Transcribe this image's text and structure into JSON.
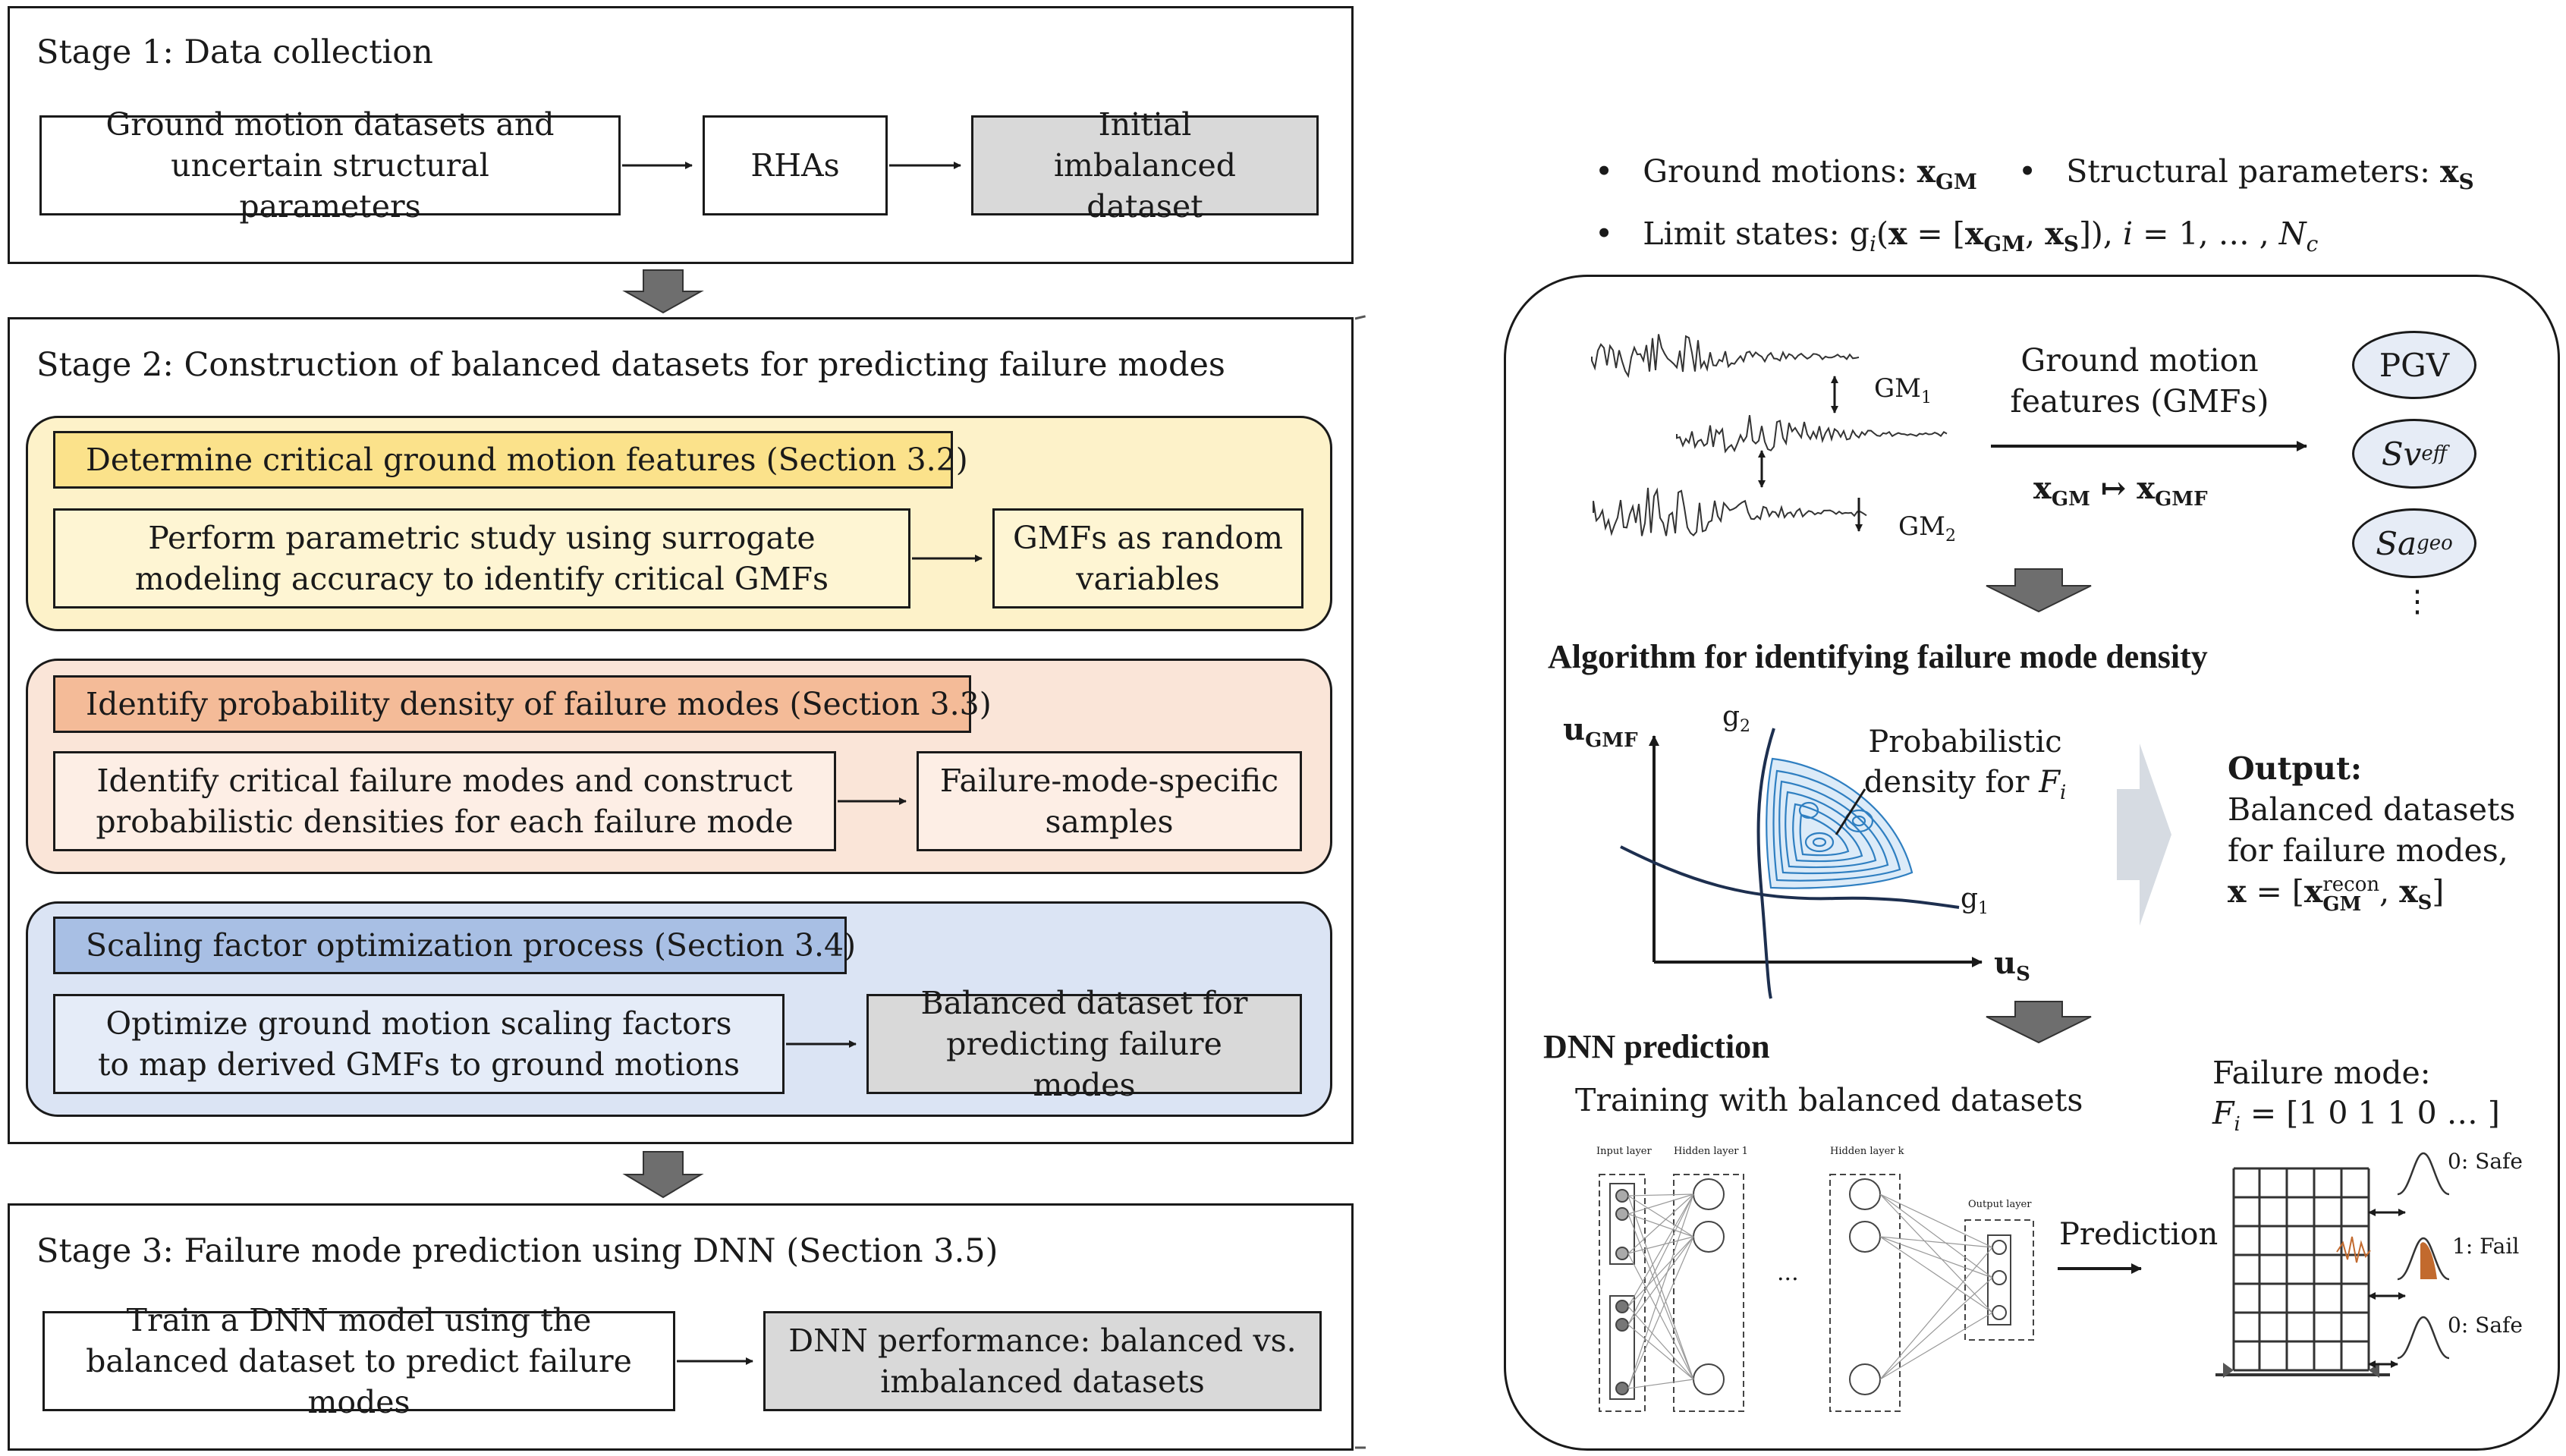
{
  "stage1": {
    "title": "Stage 1: Data collection",
    "box_ground_motion": "Ground motion datasets and uncertain structural parameters",
    "box_rha": "RHAs",
    "box_initial": "Initial imbalanced dataset"
  },
  "stage2": {
    "title": "Stage 2:  Construction of balanced datasets for predicting failure modes",
    "sec32": {
      "header": "Determine critical ground motion features (Section 3.2)",
      "left": "Perform parametric study using surrogate modeling accuracy to identify critical GMFs",
      "right": "GMFs as random variables"
    },
    "sec33": {
      "header": "Identify probability density of failure modes (Section 3.3)",
      "left": "Identify critical failure modes and construct probabilistic densities for each failure mode",
      "right": "Failure-mode-specific samples"
    },
    "sec34": {
      "header": "Scaling factor optimization process (Section 3.4)",
      "left": "Optimize ground motion scaling factors to map derived GMFs to ground motions",
      "right": "Balanced dataset for predicting failure modes"
    }
  },
  "stage3": {
    "title": "Stage 3: Failure mode prediction using DNN (Section 3.5)",
    "box_train": "Train a DNN model using the balanced dataset to predict failure modes",
    "box_perf": "DNN performance: balanced vs. imbalanced datasets"
  },
  "right_panel": {
    "bullet_gm_label": "Ground motions: ",
    "bullet_gm_sym": "x",
    "bullet_gm_sub": "GM",
    "bullet_sp_label": "Structural parameters: ",
    "bullet_sp_sym": "x",
    "bullet_sp_sub": "S",
    "bullet_ls_label": "Limit states: g",
    "bullet_ls_rest": "(x = [x",
    "bullet_ls_tail": "]), i = 1, … , N",
    "gm1": "GM",
    "gm1_sub": "1",
    "gm2": "GM",
    "gm2_sub": "2",
    "gmf_title": "Ground motion features (GMFs)",
    "map_left": "x",
    "map_left_sub": "GM",
    "map_arrow": "↦",
    "map_right": "x",
    "map_right_sub": "GMF",
    "ovals": [
      "PGV",
      "Sv",
      "Sa"
    ],
    "oval_subs": [
      "",
      "eff",
      "geo"
    ],
    "vdots": "⋮",
    "algo_title": "Algorithm for identifying failure mode density",
    "u_gmf": "u",
    "u_gmf_sub": "GMF",
    "u_s": "u",
    "u_s_sub": "S",
    "g1": "g",
    "g1_sub": "1",
    "g2": "g",
    "g2_sub": "2",
    "density_label_1": "Probabilistic",
    "density_label_2": "density for F",
    "density_label_sub": "i",
    "output_title": "Output:",
    "output_line1": "Balanced datasets",
    "output_line2": "for failure modes,",
    "output_formula": "x = [x",
    "output_recon": "recon",
    "output_gm": "GM",
    "output_xs": ", x",
    "output_s": "S",
    "output_close": "]",
    "dnn_title": "DNN prediction",
    "training_label": "Training with balanced datasets",
    "nn_input": "Input layer",
    "nn_hidden1": "Hidden layer 1",
    "nn_hiddenk": "Hidden layer k",
    "nn_output": "Output layer",
    "nn_ellipsis": "...",
    "prediction": "Prediction",
    "failure_mode_title": "Failure mode:",
    "failure_mode_vec": "= [1 0 1 1 0 … ]",
    "failure_mode_F": "F",
    "failure_mode_sub": "i",
    "safe_top": "0: Safe",
    "fail_mid": "1: Fail",
    "safe_bottom": "0: Safe"
  },
  "colors": {
    "yellow_section": "#fdf2c9",
    "yellow_header": "#fbe28b",
    "orange_section": "#fae5d8",
    "orange_header": "#f4bb98",
    "blue_section": "#dbe4f4",
    "blue_header": "#a8bfe4",
    "gray_box": "#d9d9d9",
    "big_arrow": "#dfe3e8",
    "down_arrow": "#6e6e6e",
    "contour": "#2f7fc1",
    "fail_fill": "#c26a2e"
  }
}
